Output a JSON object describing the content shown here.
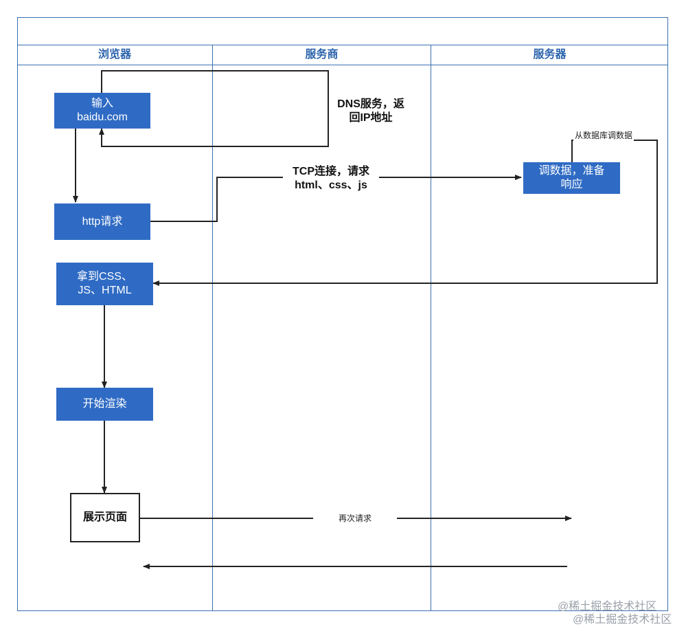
{
  "lanes": {
    "browser": "浏览器",
    "provider": "服务商",
    "server": "服务器"
  },
  "boxes": {
    "input": "输入\nbaidu.com",
    "http": "http请求",
    "got": "拿到CSS、\nJS、HTML",
    "render": "开始渲染",
    "show": "展示页面",
    "server": "调数据，准备\n响应"
  },
  "labels": {
    "dns": "DNS服务，返\n回IP地址",
    "tcp": "TCP连接，请求\nhtml、css、js",
    "db": "从数据库调数据",
    "again": "再次请求"
  },
  "watermark": "@稀土掘金技术社区"
}
